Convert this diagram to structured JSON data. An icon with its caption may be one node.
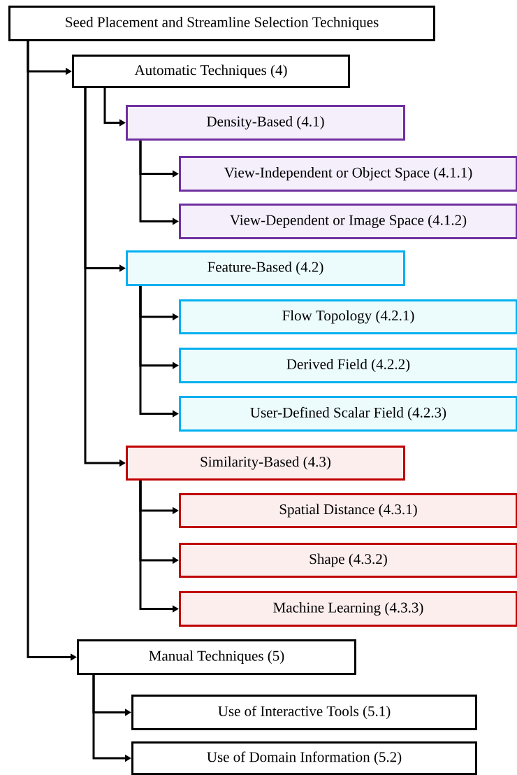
{
  "diagram": {
    "nodes": [
      {
        "text": [
          "Seed Placement and Streamline Selection Techniques"
        ]
      },
      {
        "text": [
          "Automatic Techniques (4)"
        ]
      },
      {
        "text": [
          "Density-Based (4.1)"
        ]
      },
      {
        "text": [
          "View-Independent or Object Space (4.1.1)"
        ]
      },
      {
        "text": [
          "View-Dependent or Image Space (4.1.2)"
        ]
      },
      {
        "text": [
          "Feature-Based (4.2)"
        ]
      },
      {
        "text": [
          "Flow Topology (4.2.1)"
        ]
      },
      {
        "text": [
          "Derived Field (4.2.2)"
        ]
      },
      {
        "text": [
          "User-Defined Scalar Field (4.2.3)"
        ]
      },
      {
        "text": [
          "Similarity-Based (4.3)"
        ]
      },
      {
        "text": [
          "Spatial Distance (4.3.1)"
        ]
      },
      {
        "text": [
          "Shape (4.3.2)"
        ]
      },
      {
        "text": [
          "Machine Learning (4.3.3)"
        ]
      },
      {
        "text": [
          "Manual Techniques (5)"
        ]
      },
      {
        "text": [
          "Use of Interactive Tools (5.1)"
        ]
      },
      {
        "text": [
          "Use of Domain Information (5.2)"
        ]
      }
    ],
    "edges": [
      {
        "from": 0,
        "to": 1,
        "arrow": "to"
      },
      {
        "from": 1,
        "to": 2,
        "arrow": "to"
      },
      {
        "from": 2,
        "to": 3,
        "arrow": "to"
      },
      {
        "from": 2,
        "to": 4,
        "arrow": "to"
      },
      {
        "from": 1,
        "to": 5,
        "arrow": "to"
      },
      {
        "from": 5,
        "to": 6,
        "arrow": "to"
      },
      {
        "from": 5,
        "to": 7,
        "arrow": "to"
      },
      {
        "from": 5,
        "to": 8,
        "arrow": "to"
      },
      {
        "from": 1,
        "to": 9,
        "arrow": "to"
      },
      {
        "from": 9,
        "to": 10,
        "arrow": "to"
      },
      {
        "from": 9,
        "to": 11,
        "arrow": "to"
      },
      {
        "from": 9,
        "to": 12,
        "arrow": "to"
      },
      {
        "from": 0,
        "to": 13,
        "arrow": "to"
      },
      {
        "from": 13,
        "to": 14,
        "arrow": "to"
      },
      {
        "from": 13,
        "to": 15,
        "arrow": "to"
      }
    ]
  }
}
